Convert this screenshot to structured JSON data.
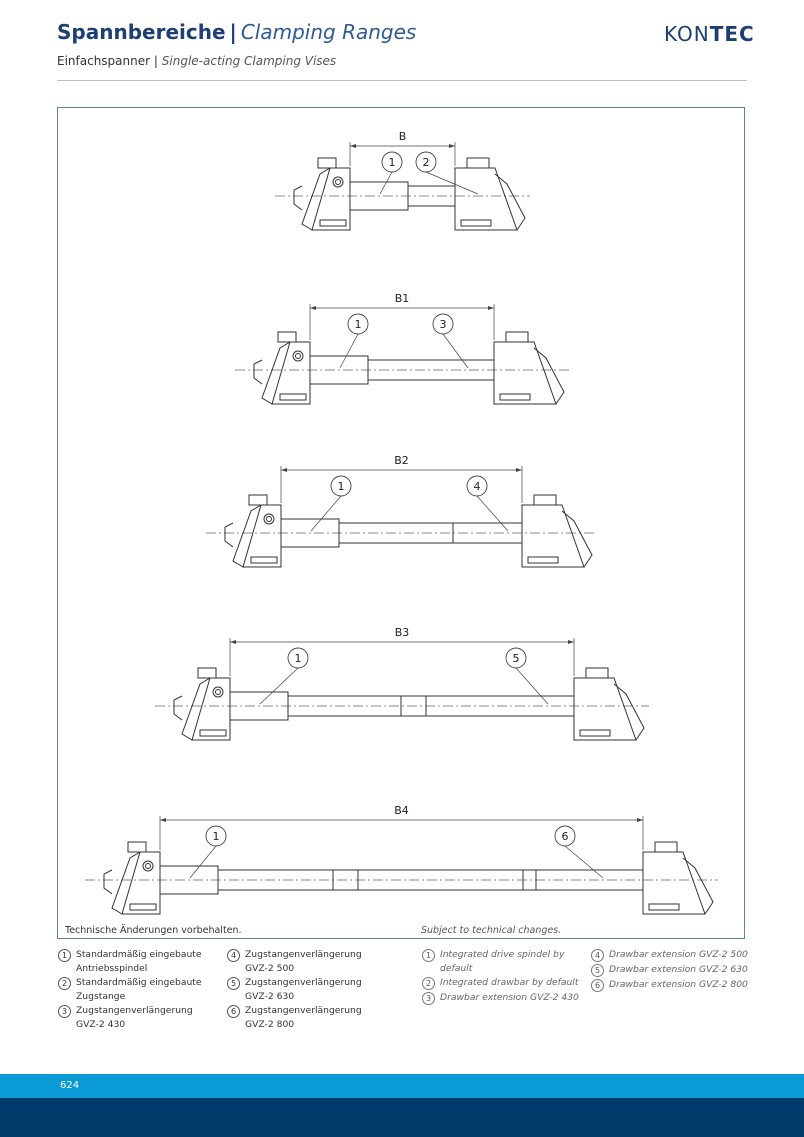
{
  "header": {
    "title_de": "Spannbereiche",
    "title_sep": "|",
    "title_en": "Clamping Ranges",
    "subtitle_de": "Einfachspanner",
    "subtitle_sep": "|",
    "subtitle_en": "Single-acting Clamping Vises",
    "logo_light": "KON",
    "logo_bold": "TEC"
  },
  "drawings": [
    {
      "label": "B",
      "left_callout": "1",
      "right_callout": "2"
    },
    {
      "label": "B1",
      "left_callout": "1",
      "right_callout": "3"
    },
    {
      "label": "B2",
      "left_callout": "1",
      "right_callout": "4"
    },
    {
      "label": "B3",
      "left_callout": "1",
      "right_callout": "5"
    },
    {
      "label": "B4",
      "left_callout": "1",
      "right_callout": "6"
    }
  ],
  "notes": {
    "de": "Technische Änderungen vorbehalten.",
    "en": "Subject to technical changes."
  },
  "legend_de": [
    {
      "num": "1",
      "text": "Standardmäßig eingebaute Antriebsspindel"
    },
    {
      "num": "2",
      "text": "Standardmäßig eingebaute Zugstange"
    },
    {
      "num": "3",
      "text": "Zugstangenverlängerung GVZ-2 430"
    },
    {
      "num": "4",
      "text": "Zugstangenverlängerung GVZ-2 500"
    },
    {
      "num": "5",
      "text": "Zugstangenverlängerung GVZ-2 630"
    },
    {
      "num": "6",
      "text": "Zugstangenverlängerung GVZ-2 800"
    }
  ],
  "legend_en": [
    {
      "num": "1",
      "text": "Integrated drive spindel by default"
    },
    {
      "num": "2",
      "text": "Integrated drawbar by default"
    },
    {
      "num": "3",
      "text": "Drawbar extension GVZ-2 430"
    },
    {
      "num": "4",
      "text": "Drawbar extension GVZ-2 500"
    },
    {
      "num": "5",
      "text": "Drawbar extension GVZ-2 630"
    },
    {
      "num": "6",
      "text": "Drawbar extension GVZ-2 800"
    }
  ],
  "footer": {
    "page_number": "624"
  },
  "colors": {
    "brand_dark": "#1d3f73",
    "footer_light": "#0a9ad6",
    "footer_dark": "#013a6b",
    "frame": "#5a7fb0"
  }
}
